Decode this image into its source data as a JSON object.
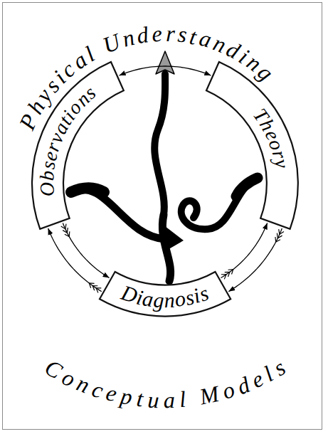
{
  "diagram": {
    "nodes": [
      {
        "text": [
          "Observations"
        ]
      },
      {
        "text": [
          "Theory"
        ]
      },
      {
        "text": [
          "Diagnosis"
        ]
      }
    ],
    "edges": [
      {
        "from": 0,
        "to": 1,
        "arrow": "both"
      },
      {
        "from": 2,
        "to": 0,
        "arrow": "to"
      },
      {
        "from": 0,
        "to": 2,
        "arrow": "to"
      },
      {
        "from": 1,
        "to": 2,
        "arrow": "to"
      },
      {
        "from": 2,
        "to": 1,
        "arrow": "to"
      }
    ],
    "labels": [
      "Physical Understanding",
      "Conceptual Models"
    ]
  }
}
